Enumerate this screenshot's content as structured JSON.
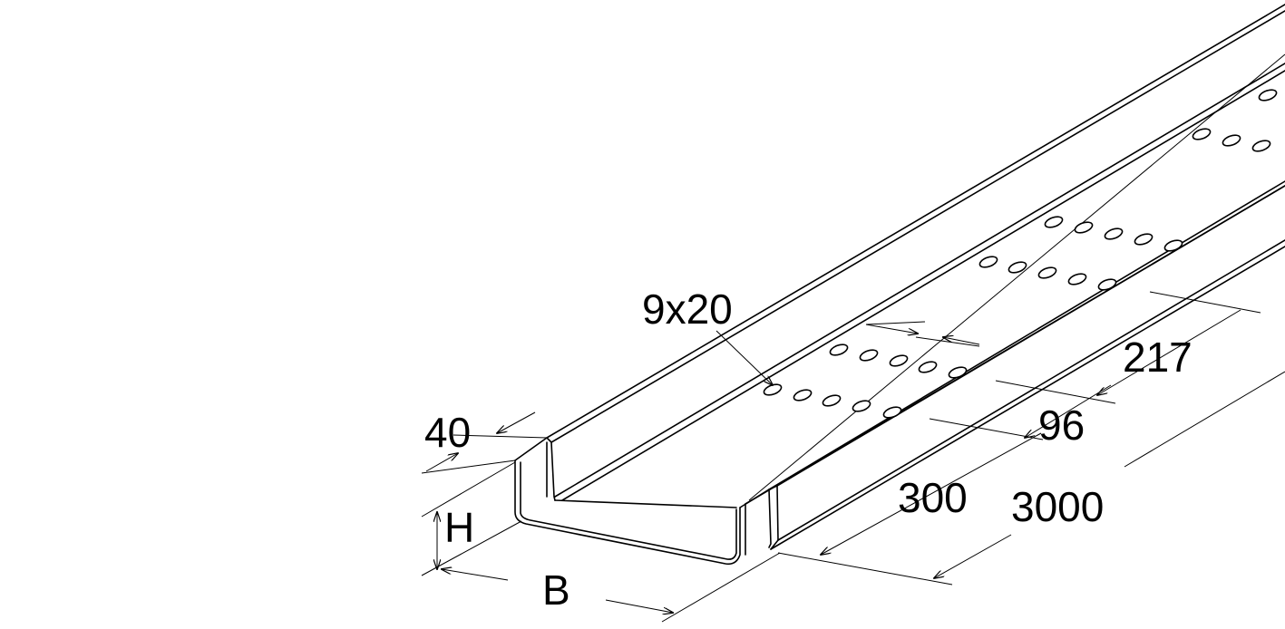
{
  "dimensions": {
    "slot": "9x20",
    "flange": "40",
    "height": "H",
    "width": "B",
    "spacing_217": "217",
    "spacing_96": "96",
    "spacing_300": "300",
    "length": "3000"
  },
  "colors": {
    "line": "#000000",
    "background": "#ffffff"
  }
}
